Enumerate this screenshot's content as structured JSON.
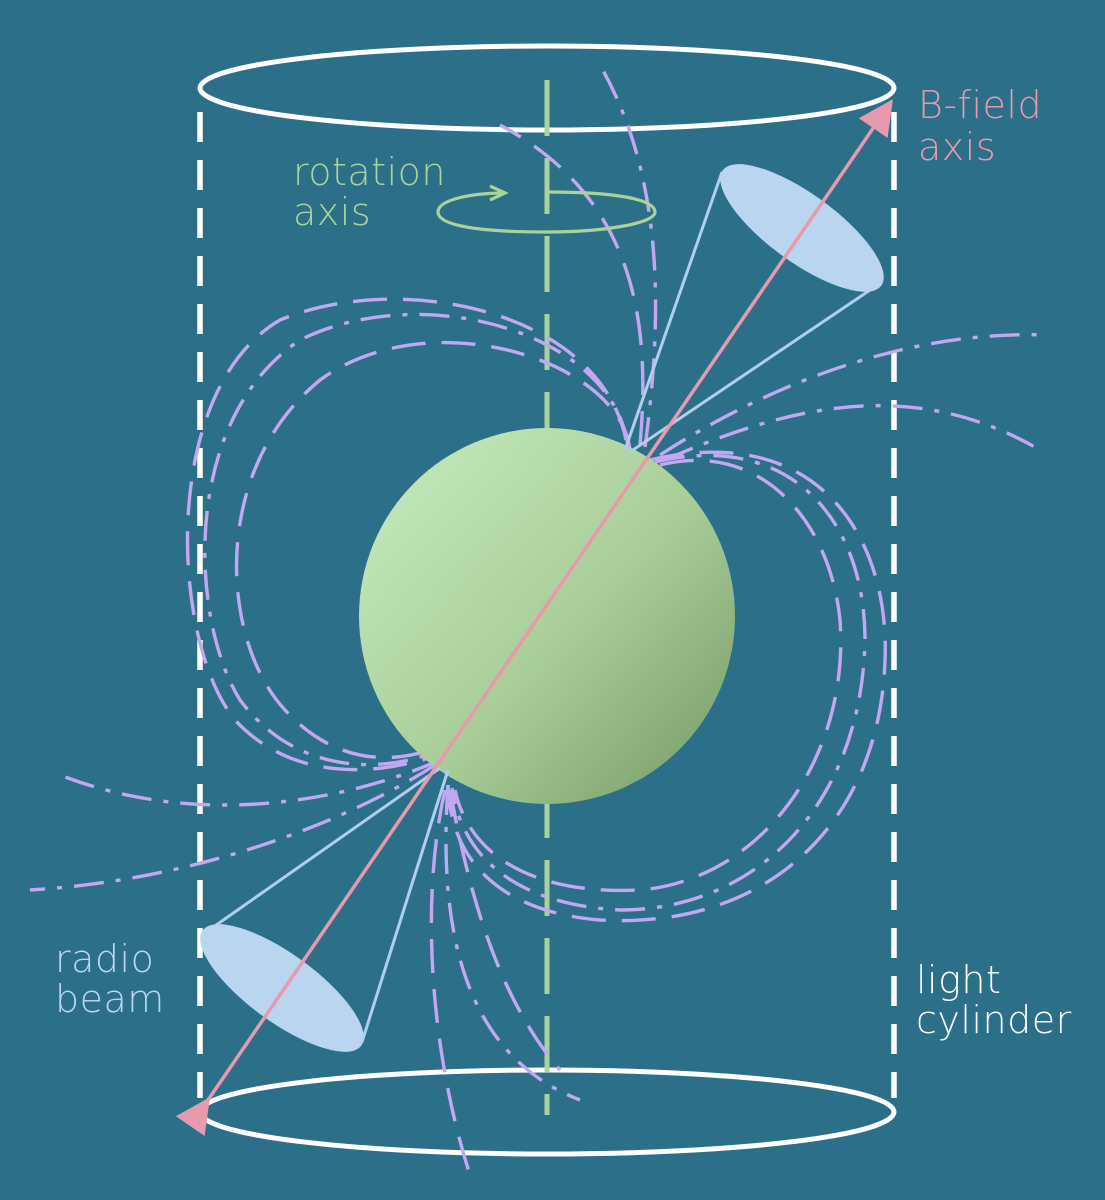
{
  "labels": {
    "rotation_axis_line1": "rotation",
    "rotation_axis_line2": "axis",
    "bfield_axis_line1": "B-field",
    "bfield_axis_line2": "axis",
    "radio_beam_line1": "radio",
    "radio_beam_line2": "beam",
    "light_cylinder_line1": "light",
    "light_cylinder_line2": "cylinder"
  },
  "colors": {
    "background": "#2c6f89",
    "rotation_axis": "#a9d39a",
    "bfield_axis": "#e79aae",
    "radio_beam": "#b9d5f0",
    "field_lines": "#c2a8f0",
    "light_cylinder": "#ffffff",
    "star_light": "#bfe6b7",
    "star_dark": "#7fa873"
  }
}
